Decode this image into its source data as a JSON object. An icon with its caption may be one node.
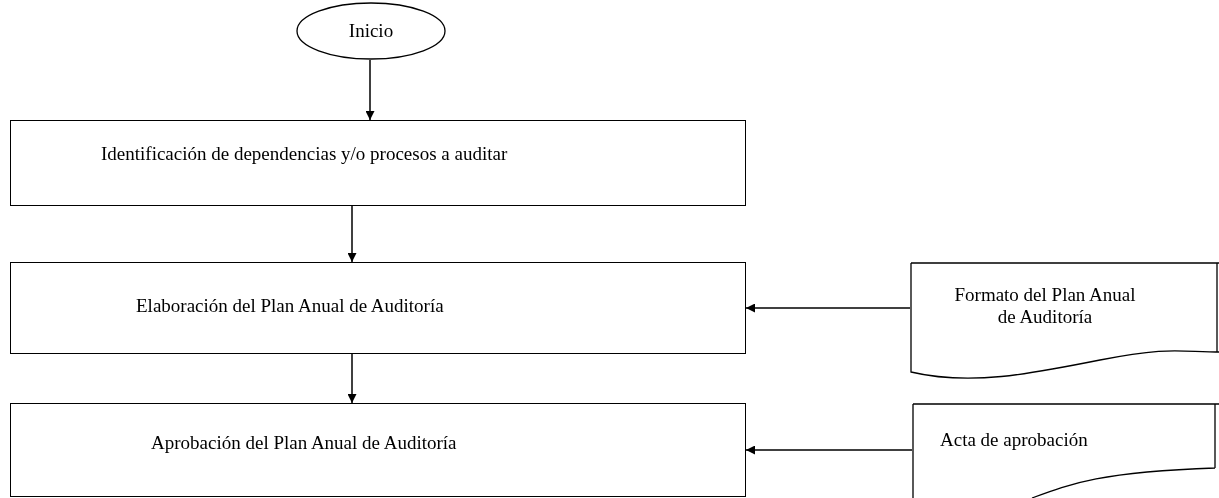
{
  "diagram": {
    "nodes": [
      {
        "text": [
          "Inicio"
        ]
      },
      {
        "text": [
          "Identificación de dependencias y/o procesos a auditar"
        ]
      },
      {
        "text": [
          "Elaboración del Plan Anual de Auditoría"
        ]
      },
      {
        "text": [
          "Aprobación del Plan Anual de Auditoría"
        ]
      },
      {
        "text": [
          "Formato del Plan Anual de Auditoría"
        ]
      },
      {
        "text": [
          "Acta de aprobación"
        ]
      }
    ],
    "edges": [
      {
        "from": 0,
        "to": 1,
        "arrow": "to"
      },
      {
        "from": 1,
        "to": 2,
        "arrow": "to"
      },
      {
        "from": 2,
        "to": 3,
        "arrow": "to"
      },
      {
        "from": 4,
        "to": 2,
        "arrow": "to"
      },
      {
        "from": 5,
        "to": 3,
        "arrow": "to"
      }
    ]
  }
}
